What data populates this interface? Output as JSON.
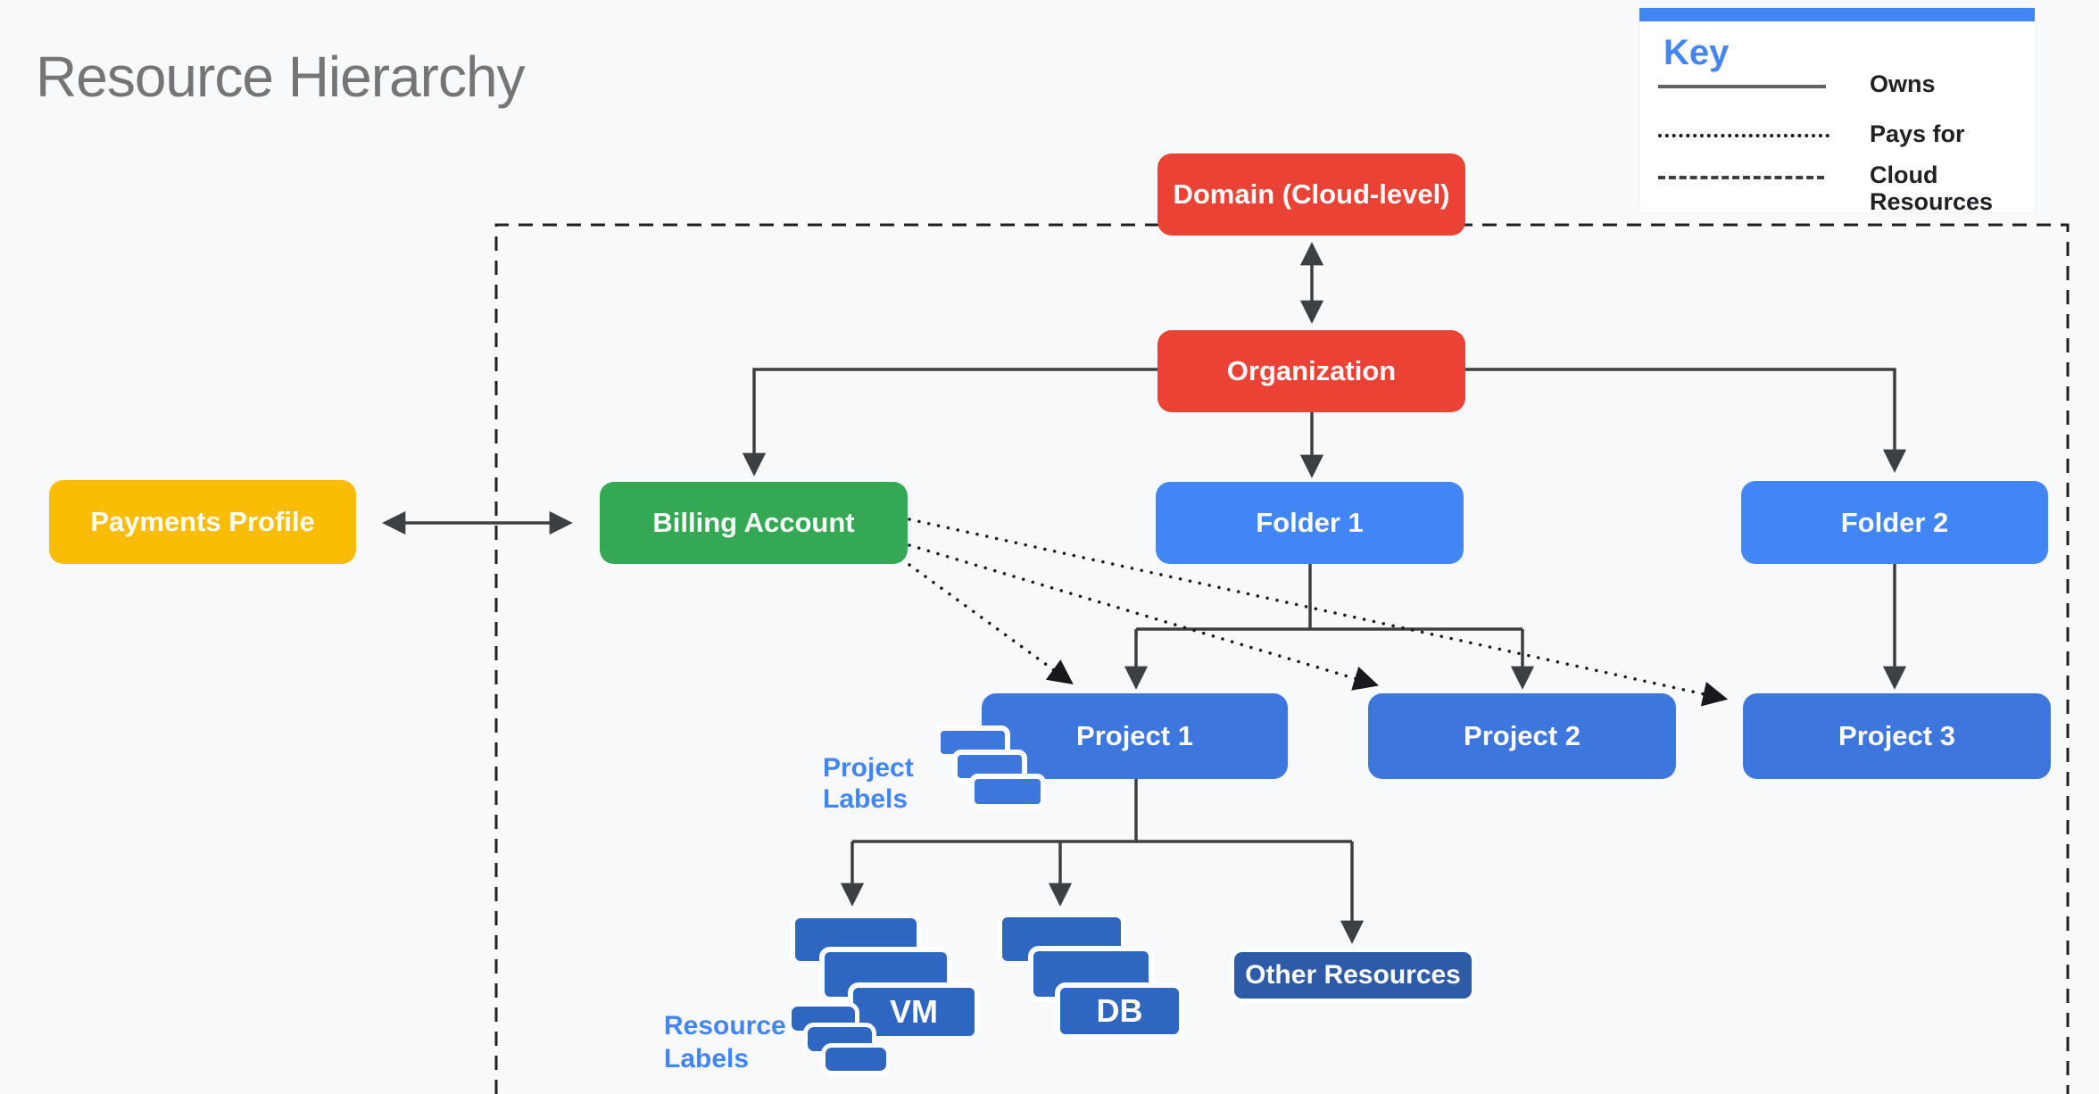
{
  "title": "Resource Hierarchy",
  "key": {
    "heading": "Key",
    "items": [
      {
        "line_style": "solid",
        "label": "Owns"
      },
      {
        "line_style": "dotted",
        "label": "Pays for"
      },
      {
        "line_style": "dashed",
        "label": "Cloud\nResources"
      }
    ]
  },
  "nodes": {
    "domain": {
      "label": "Domain (Cloud-level)",
      "color": "#EA4335"
    },
    "organization": {
      "label": "Organization",
      "color": "#EA4335"
    },
    "payments_profile": {
      "label": "Payments Profile",
      "color": "#FBBC04"
    },
    "billing_account": {
      "label": "Billing Account",
      "color": "#34A853"
    },
    "folder1": {
      "label": "Folder 1",
      "color": "#4285F4"
    },
    "folder2": {
      "label": "Folder 2",
      "color": "#4285F4"
    },
    "project1": {
      "label": "Project 1",
      "color": "#3D76DC"
    },
    "project2": {
      "label": "Project 2",
      "color": "#3D76DC"
    },
    "project3": {
      "label": "Project 3",
      "color": "#3D76DC"
    },
    "vm": {
      "label": "VM",
      "color": "#2F66C2"
    },
    "db": {
      "label": "DB",
      "color": "#2F66C2"
    },
    "other_resources": {
      "label": "Other Resources",
      "color": "#2D5BA7"
    }
  },
  "annotations": {
    "project_labels": "Project\nLabels",
    "resource_labels": "Resource\nLabels"
  },
  "relationships": {
    "owns": "solid arrows: Domain-Organization, Organization-Billing Account, Organization-Folder 1, Organization-Folder 2, Folder 1-Project 1, Folder 1-Project 2, Folder 2-Project 3, Project 1-VM, Project 1-DB, Project 1-Other Resources, Payments Profile-Billing Account",
    "pays_for": "dotted arrows: Billing Account to Project 1, Project 2, Project 3",
    "cloud_resources_boundary": "dashed rectangle enclosing everything except Payments Profile"
  },
  "colors": {
    "background": "#F8F9FA",
    "title_gray": "#757575",
    "red": "#EA4335",
    "green": "#34A853",
    "yellow": "#FBBC04",
    "folder_blue": "#4285F4",
    "project_blue": "#3D76DC",
    "resource_card_blue": "#2F66C2",
    "other_resources_blue": "#2D5BA7",
    "annotation_blue": "#4285F4",
    "connector_gray": "#3C4043",
    "dashed_black": "#202124"
  }
}
